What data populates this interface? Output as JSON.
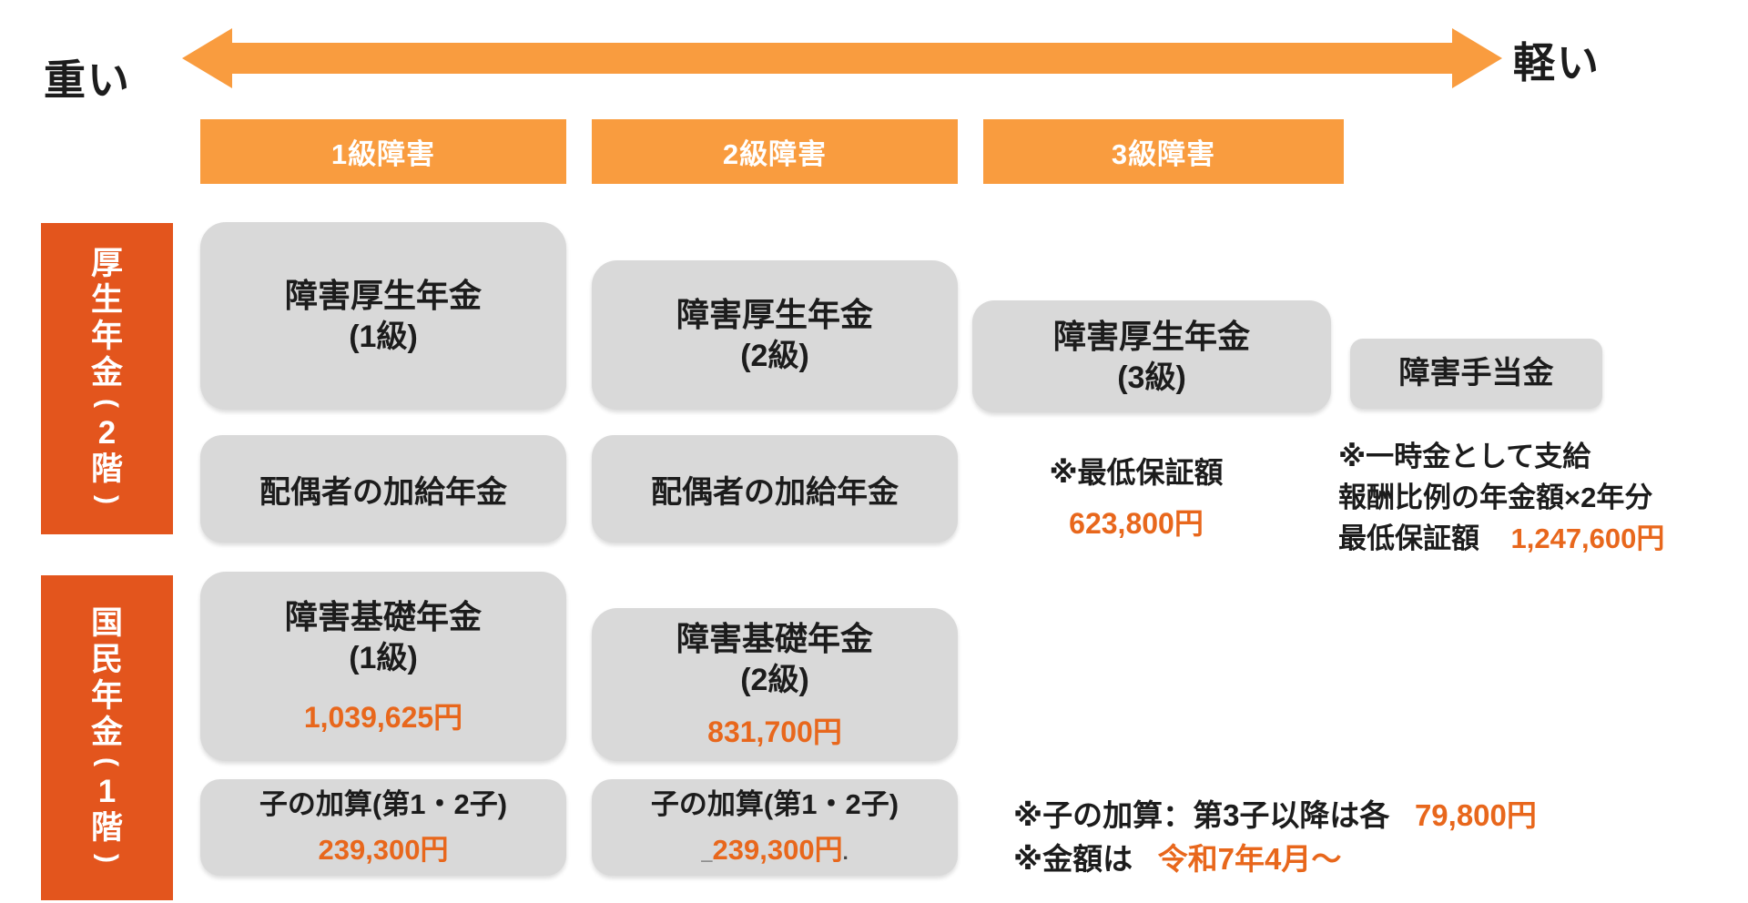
{
  "colors": {
    "accent_light": "#F99C3F",
    "accent_dark": "#E3551D",
    "box_gray": "#D9D9D9",
    "amount_orange": "#E8671C",
    "text_black": "#1C1C1C"
  },
  "severity_scale": {
    "heavy_label": "重い",
    "light_label": "軽い"
  },
  "grade_headers": [
    {
      "label": "1級障害"
    },
    {
      "label": "2級障害"
    },
    {
      "label": "3級障害"
    }
  ],
  "tier_bands": [
    {
      "label": "厚生年金(2階)"
    },
    {
      "label": "国民年金(1階)"
    }
  ],
  "employee_pension_row": {
    "grade1_box": {
      "title": "障害厚生年金",
      "grade": "(1級)"
    },
    "grade2_box": {
      "title": "障害厚生年金",
      "grade": "(2級)"
    },
    "grade3_box": {
      "title": "障害厚生年金",
      "grade": "(3級)"
    },
    "allowance_box": {
      "title": "障害手当金"
    },
    "spouse1_box": {
      "label": "配偶者の加給年金"
    },
    "spouse2_box": {
      "label": "配偶者の加給年金"
    },
    "grade3_note": {
      "label": "※最低保証額",
      "amount": "623,800円"
    },
    "allowance_note": {
      "line1": "※一時金として支給",
      "line2": "報酬比例の年金額×2年分",
      "line3_label": "最低保証額",
      "line3_amount": "1,247,600円"
    }
  },
  "basic_pension_row": {
    "grade1_box": {
      "title": "障害基礎年金",
      "grade": "(1級)",
      "amount": "1,039,625円"
    },
    "grade2_box": {
      "title": "障害基礎年金",
      "grade": "(2級)",
      "amount": "831,700円"
    },
    "child1_box": {
      "label": "子の加算(第1・2子)",
      "amount": "239,300円"
    },
    "child2_box": {
      "label": "子の加算(第1・2子)",
      "amount": "239,300円",
      "mark_left": "_",
      "mark_right": "."
    },
    "notes": {
      "line1_label": "※子の加算：第3子以降は各",
      "line1_amount": "79,800円",
      "line2_label": "※金額は",
      "line2_amount": "令和7年4月～"
    }
  }
}
